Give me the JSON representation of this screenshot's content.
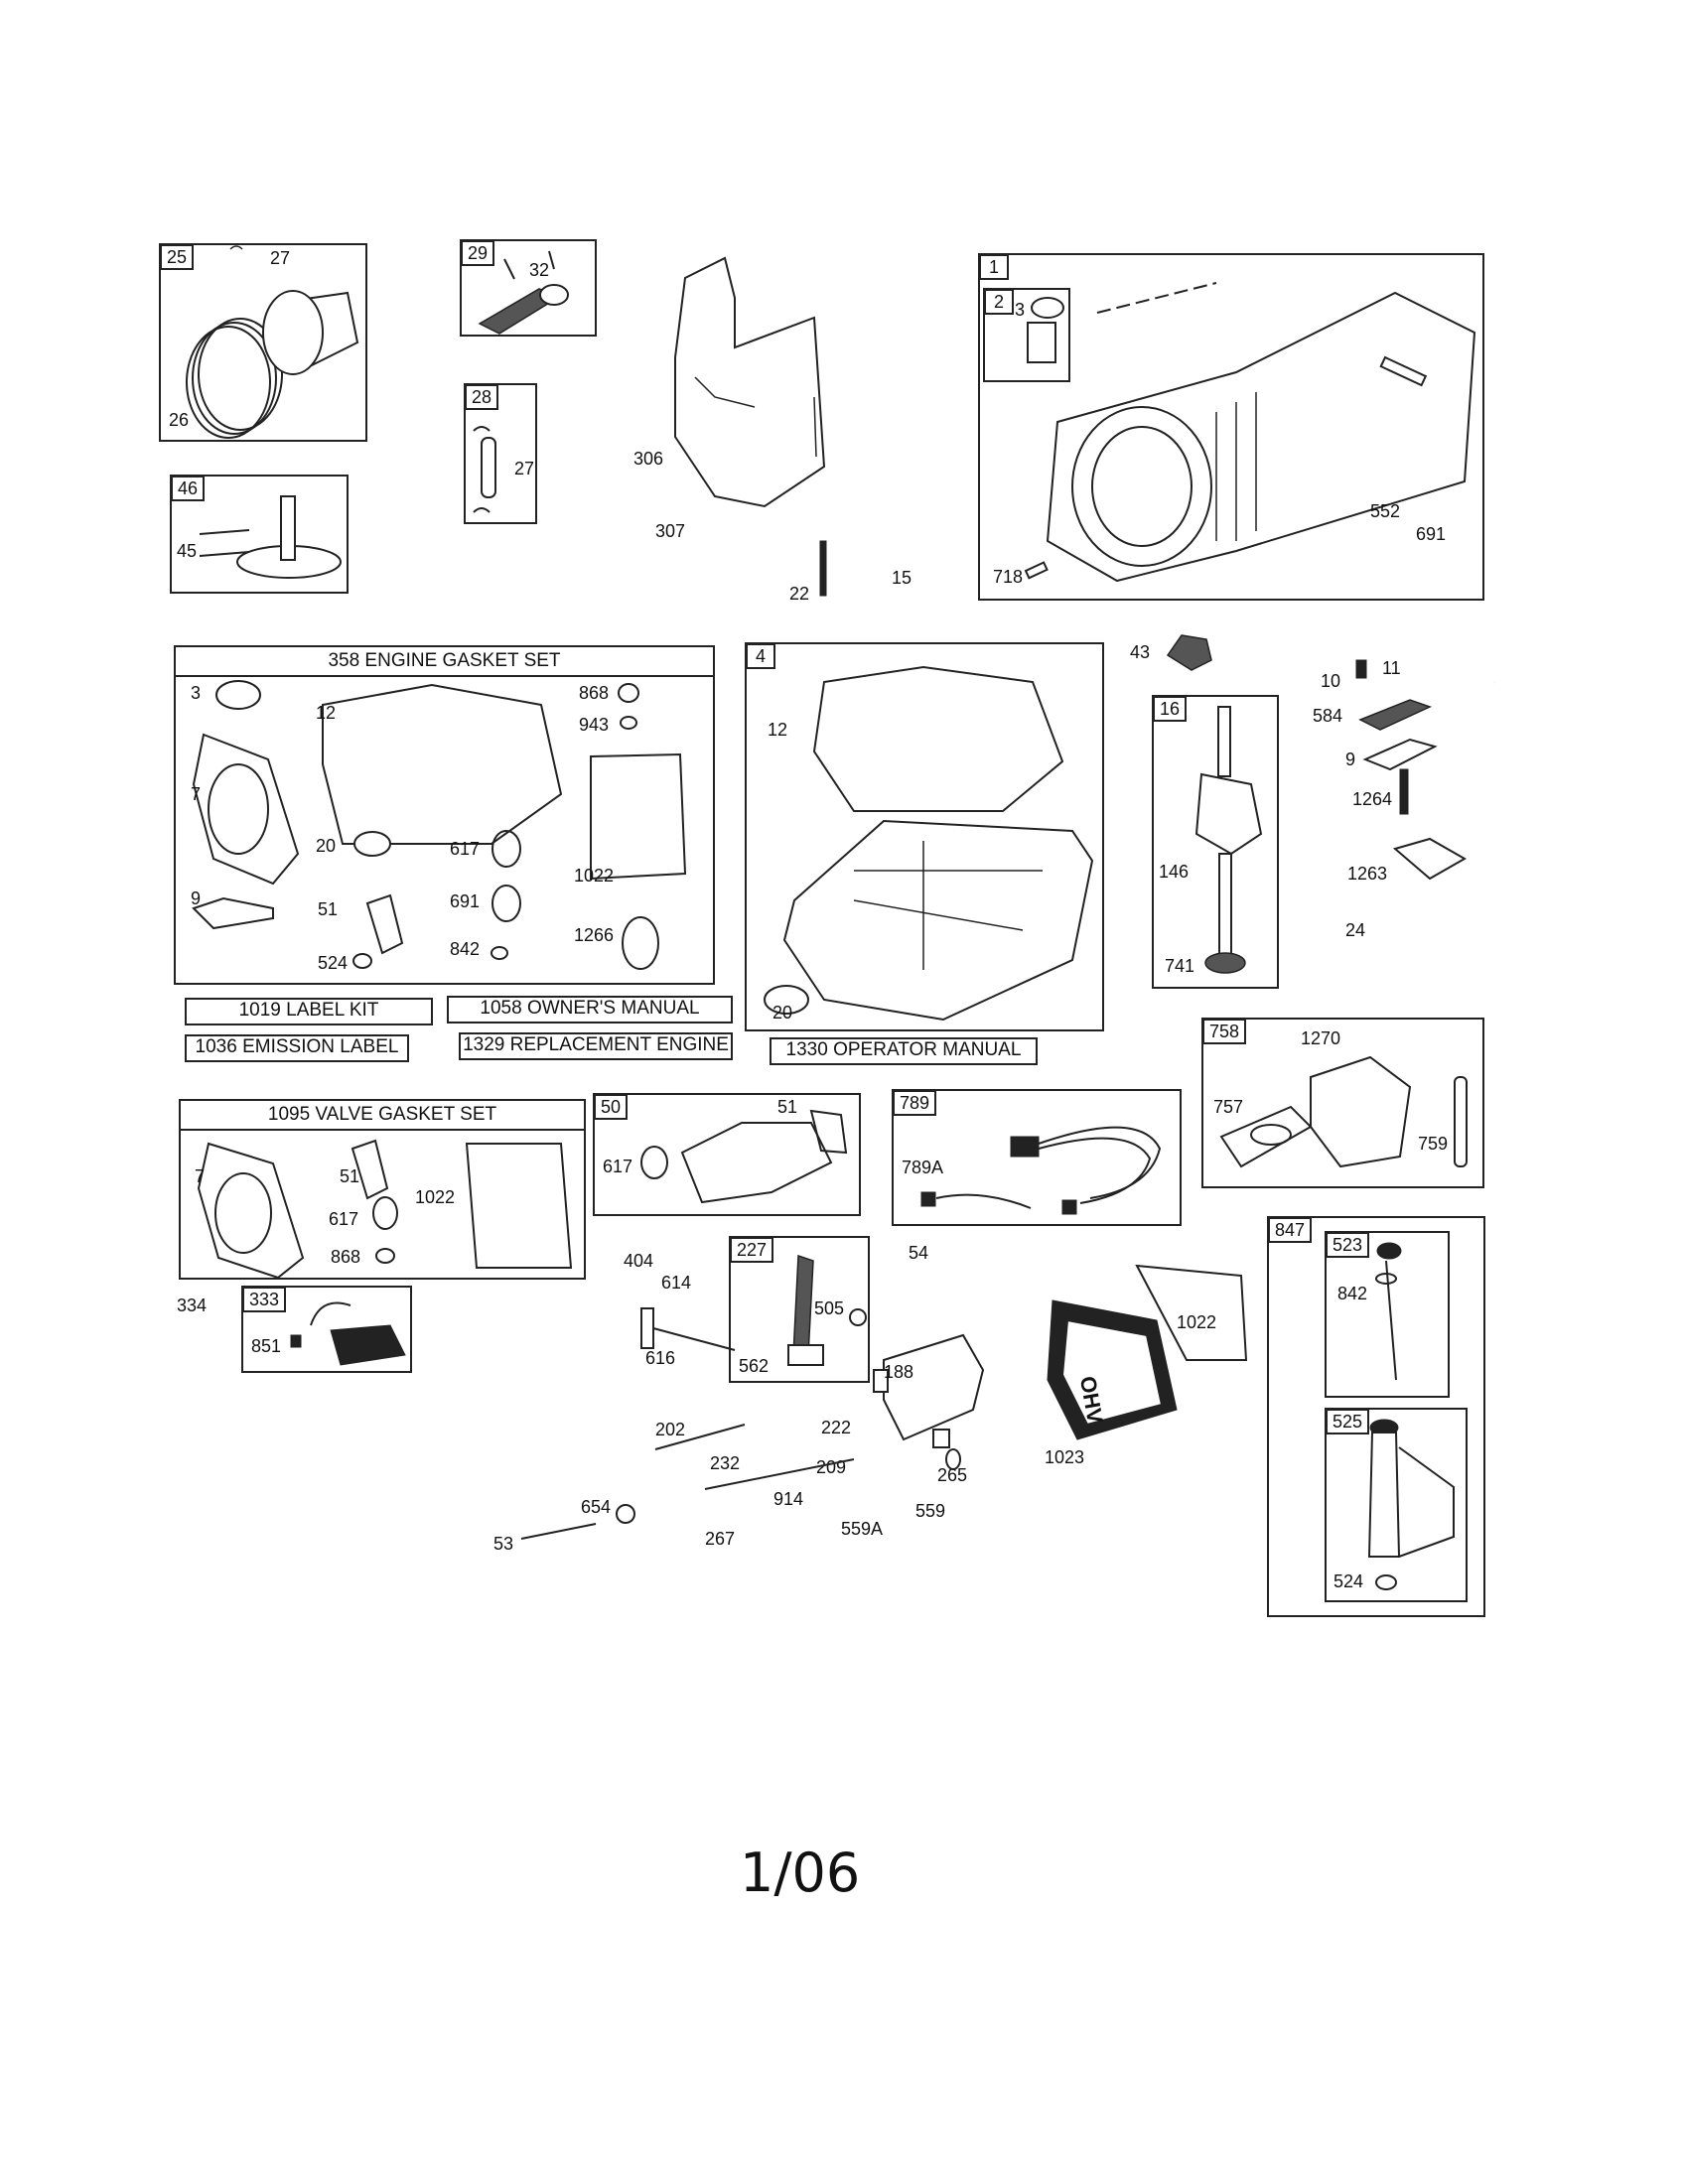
{
  "boxes": {
    "b25": "25",
    "b29": "29",
    "b28": "28",
    "b46": "46",
    "b1": "1",
    "b2": "2",
    "b4": "4",
    "b16": "16",
    "b758": "758",
    "b50": "50",
    "b789": "789",
    "b227": "227",
    "b333": "333",
    "b847": "847",
    "b523": "523",
    "b525": "525"
  },
  "headers": {
    "engine_gasket_set": "358 ENGINE GASKET SET",
    "valve_gasket_set": "1095 VALVE GASKET SET"
  },
  "kits": {
    "label_kit": "1019 LABEL KIT",
    "owners_manual": "1058 OWNER'S MANUAL",
    "emission_label": "1036 EMISSION LABEL",
    "replacement_engine": "1329 REPLACEMENT ENGINE",
    "operator_manual": "1330 OPERATOR MANUAL"
  },
  "labels": {
    "p27a": "27",
    "p26": "26",
    "p32": "32",
    "p27b": "27",
    "p45": "45",
    "p306": "306",
    "p307": "307",
    "p22": "22",
    "p15": "15",
    "p3a": "3",
    "p552": "552",
    "p691a": "691",
    "p718": "718",
    "p43": "43",
    "p10": "10",
    "p11": "11",
    "p584": "584",
    "p9b": "9",
    "p1264": "1264",
    "p1263": "1263",
    "p24": "24",
    "p146": "146",
    "p741": "741",
    "g3": "3",
    "g12": "12",
    "g868": "868",
    "g943": "943",
    "g7": "7",
    "g20": "20",
    "g617": "617",
    "g1022": "1022",
    "g691": "691",
    "g9": "9",
    "g51": "51",
    "g842": "842",
    "g1266": "1266",
    "g524": "524",
    "c12": "12",
    "c20": "20",
    "p1270": "1270",
    "p757": "757",
    "p759": "759",
    "v7": "7",
    "v51": "51",
    "v1022": "1022",
    "v617": "617",
    "v868": "868",
    "i617": "617",
    "i51": "51",
    "w789a": "789A",
    "p334": "334",
    "p851": "851",
    "p404": "404",
    "p614": "614",
    "p616": "616",
    "p54": "54",
    "p505": "505",
    "p562": "562",
    "p188": "188",
    "p222": "222",
    "p209": "209",
    "p265": "265",
    "p202": "202",
    "p232": "232",
    "p654": "654",
    "p53": "53",
    "p914": "914",
    "p267": "267",
    "p559a": "559A",
    "p559": "559",
    "p1022b": "1022",
    "p1023": "1023",
    "p842b": "842",
    "p524b": "524"
  },
  "valve_cover_text": "OHV",
  "footer": "1/06",
  "colors": {
    "line": "#222222",
    "background": "#ffffff"
  }
}
